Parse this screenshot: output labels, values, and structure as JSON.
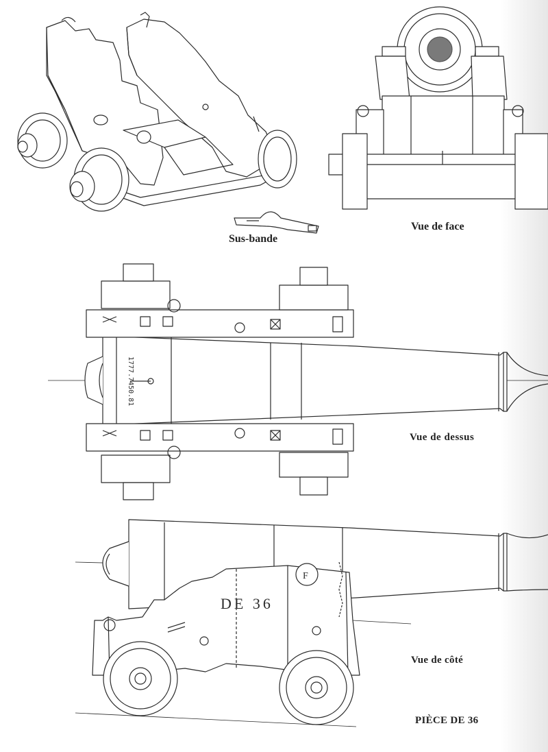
{
  "labels": {
    "sus_bande": "Sus-bande",
    "vue_face": "Vue de face",
    "vue_dessus": "Vue de dessus",
    "vue_cote": "Vue de côté",
    "piece": "PIÈCE DE 36"
  },
  "engravings": {
    "side_marking": "DE 36",
    "top_marking": "1777.7450.81",
    "badge_letter": "F"
  },
  "colors": {
    "ink": "#2b2b2b",
    "muzzle_fill": "#7a7a7a",
    "paper": "#ffffff"
  }
}
